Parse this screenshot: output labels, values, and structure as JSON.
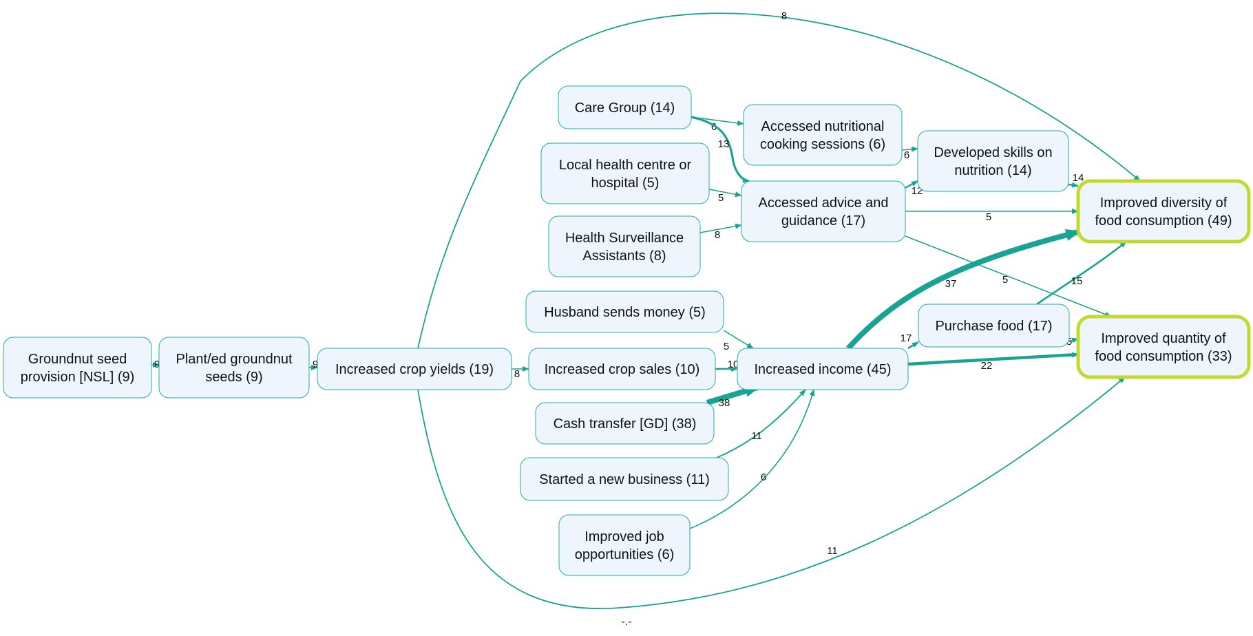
{
  "accent_color": "#1aa393",
  "node_fill": "#eef5fc",
  "outcome_border_color": "#c3d92e",
  "nodes": {
    "groundnut": "Groundnut seed|provision [NSL] (9)",
    "planted": "Plant/ed groundnut|seeds (9)",
    "yields": "Increased crop yields (19)",
    "care": "Care Group (14)",
    "health": "Local health centre or|hospital (5)",
    "hsa": "Health Surveillance|Assistants (8)",
    "husband": "Husband sends money (5)",
    "sales": "Increased crop sales (10)",
    "cash": "Cash transfer [GD] (38)",
    "business": "Started a new business (11)",
    "jobs": "Improved job|opportunities (6)",
    "cooking": "Accessed nutritional|cooking sessions (6)",
    "advice": "Accessed advice and|guidance (17)",
    "income": "Increased income (45)",
    "skills": "Developed skills on|nutrition (14)",
    "purchase": "Purchase food (17)",
    "diversity": "Improved diversity of|food consumption (49)",
    "quantity": "Improved quantity of|food consumption (33)"
  },
  "outcome_nodes": [
    "diversity",
    "quantity"
  ],
  "edges": [
    {
      "from": "groundnut",
      "to": "planted",
      "weight": 9
    },
    {
      "from": "planted",
      "to": "yields",
      "weight": 9
    },
    {
      "from": "yields",
      "to": "sales",
      "weight": 8
    },
    {
      "from": "yields",
      "to": "diversity",
      "weight": 8
    },
    {
      "from": "yields",
      "to": "quantity",
      "weight": 11
    },
    {
      "from": "care",
      "to": "cooking",
      "weight": 6
    },
    {
      "from": "care",
      "to": "advice",
      "weight": 13
    },
    {
      "from": "health",
      "to": "advice",
      "weight": 5
    },
    {
      "from": "hsa",
      "to": "advice",
      "weight": 8
    },
    {
      "from": "cooking",
      "to": "skills",
      "weight": 6
    },
    {
      "from": "advice",
      "to": "skills",
      "weight": 12
    },
    {
      "from": "advice",
      "to": "diversity",
      "weight": 5
    },
    {
      "from": "advice",
      "to": "quantity",
      "weight": 5
    },
    {
      "from": "skills",
      "to": "diversity",
      "weight": 14
    },
    {
      "from": "husband",
      "to": "income",
      "weight": 5
    },
    {
      "from": "sales",
      "to": "income",
      "weight": 10
    },
    {
      "from": "cash",
      "to": "income",
      "weight": 38
    },
    {
      "from": "business",
      "to": "income",
      "weight": 11
    },
    {
      "from": "jobs",
      "to": "income",
      "weight": 6
    },
    {
      "from": "income",
      "to": "diversity",
      "weight": 37
    },
    {
      "from": "income",
      "to": "purchase",
      "weight": 17
    },
    {
      "from": "income",
      "to": "quantity",
      "weight": 22
    },
    {
      "from": "purchase",
      "to": "diversity",
      "weight": 15
    },
    {
      "from": "purchase",
      "to": "quantity",
      "weight": 5
    }
  ],
  "footer": "-.-"
}
